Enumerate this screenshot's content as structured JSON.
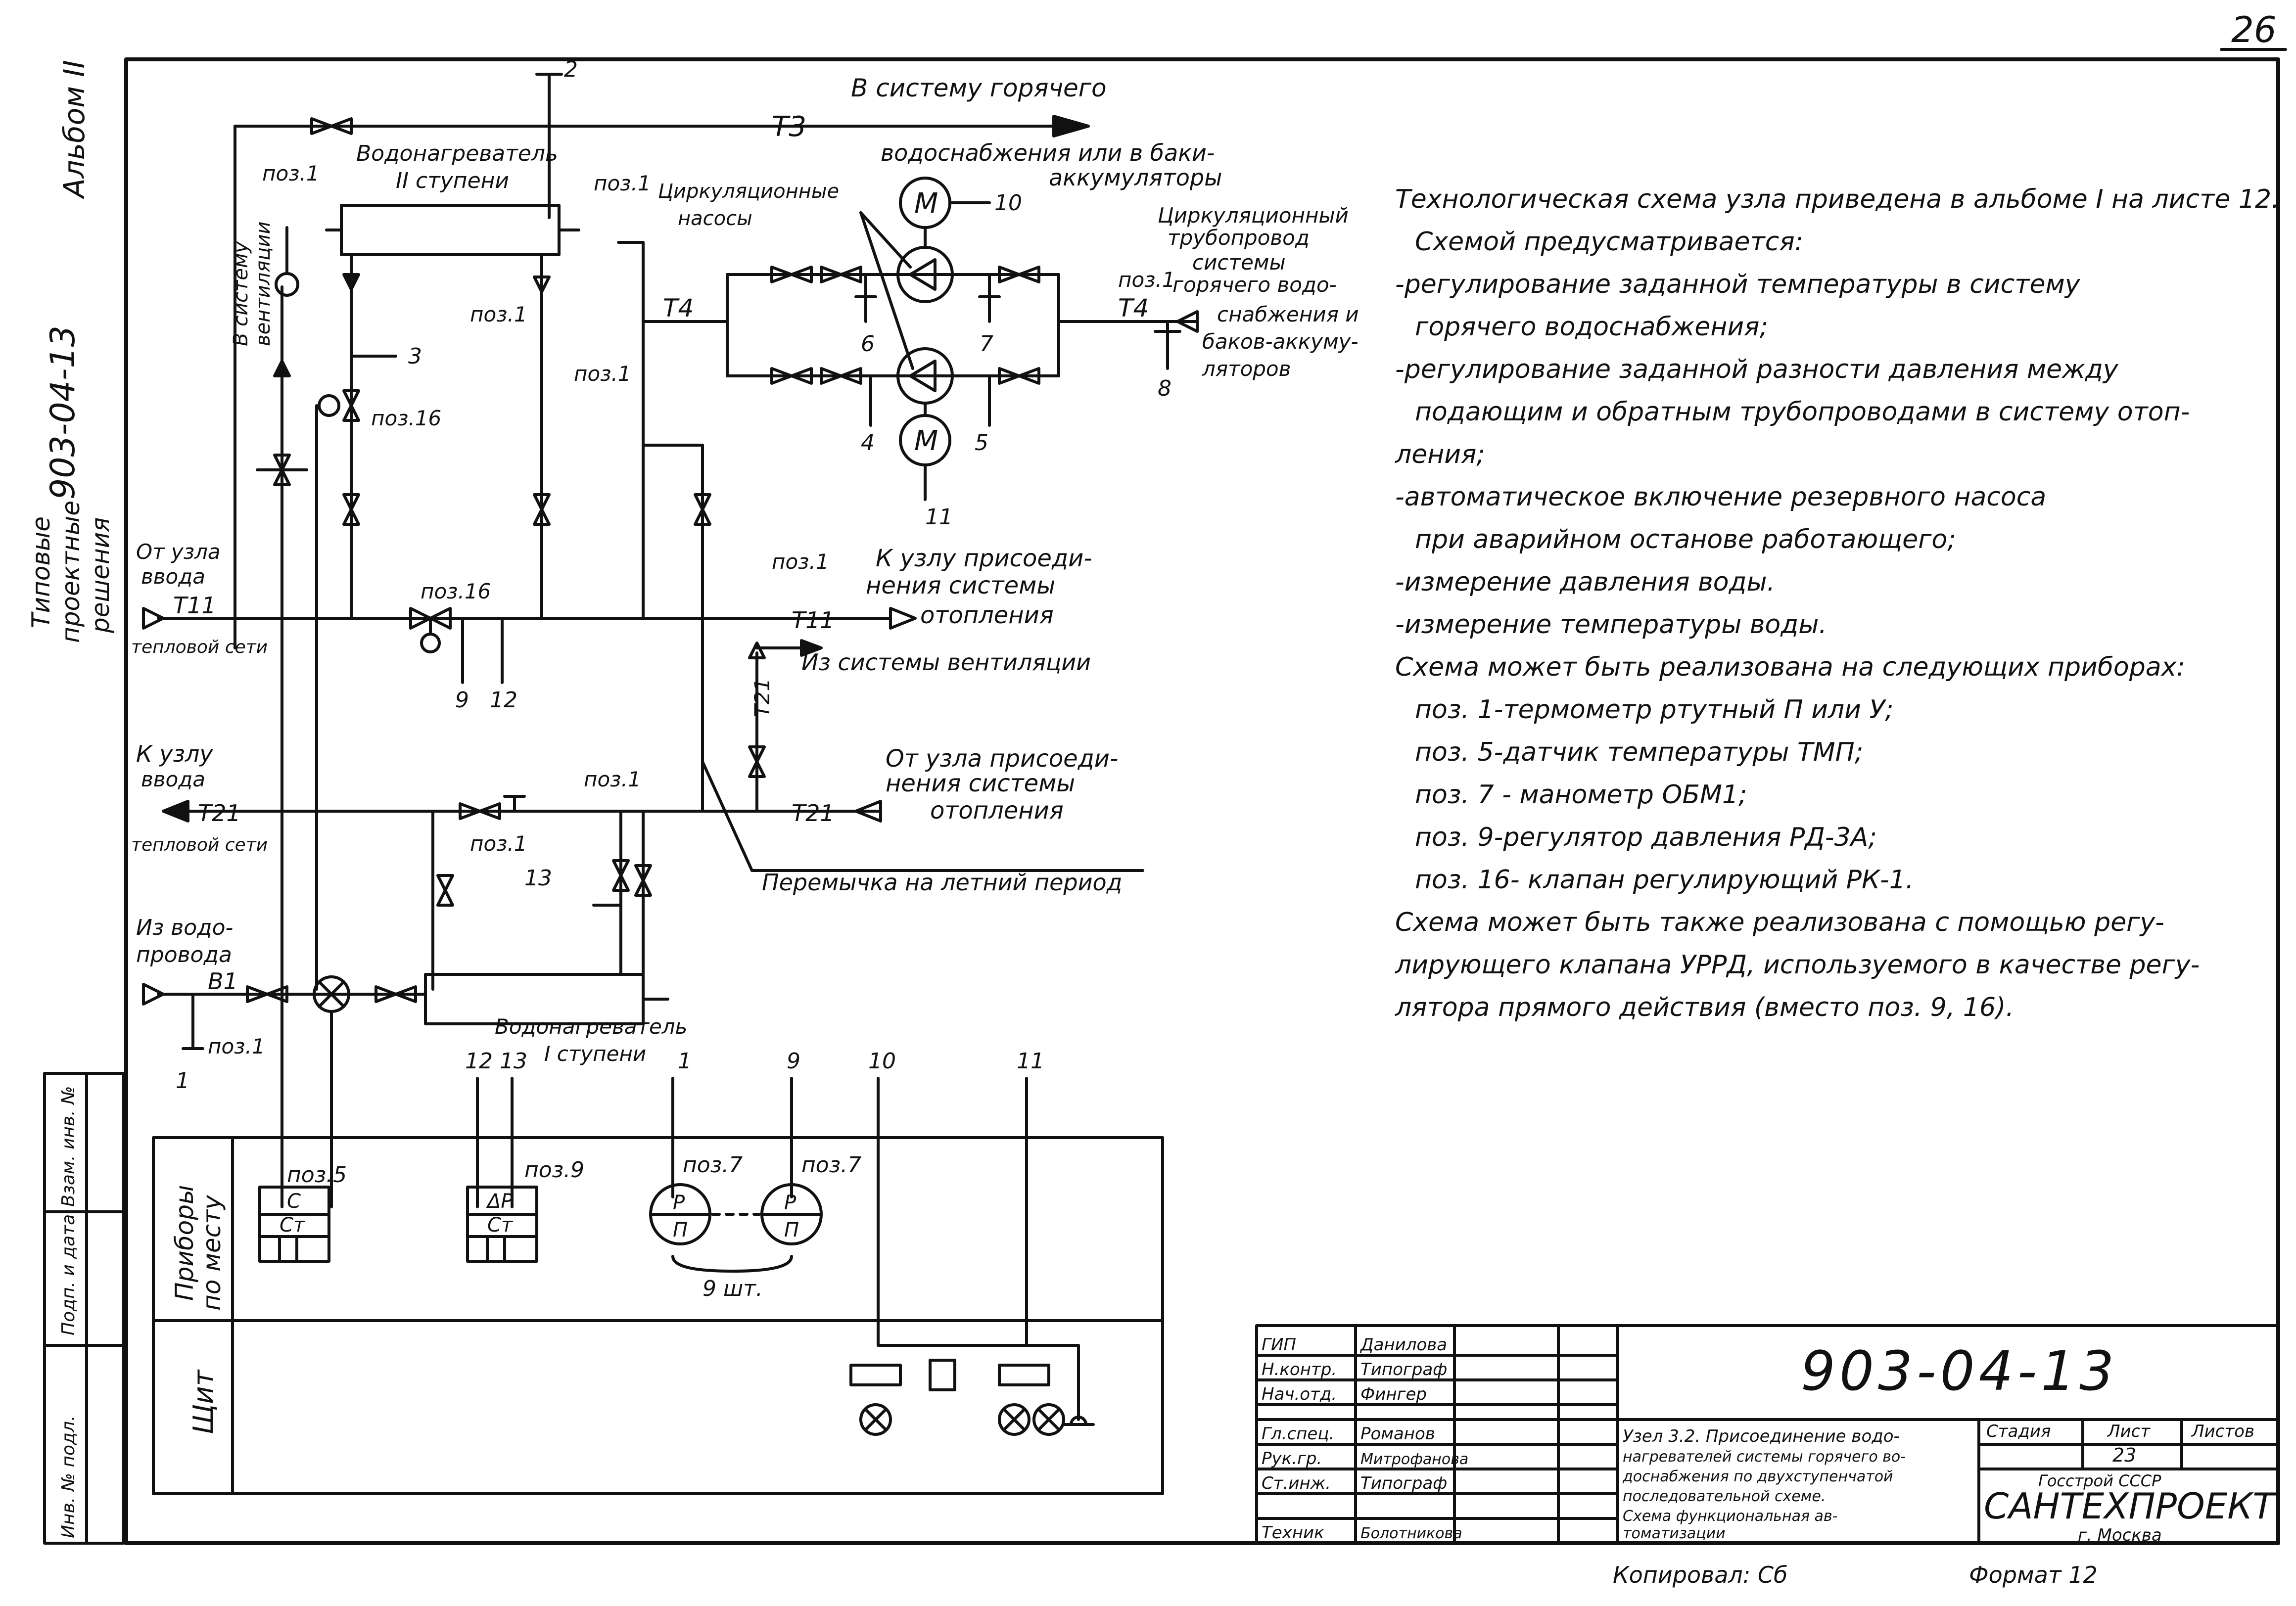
{
  "sheet": {
    "page_number": "26",
    "album": "Альбом II",
    "series_code": "903-04-13",
    "series_title": [
      "Типовые",
      "проектные",
      "решения"
    ],
    "copied_by": "Копировал: Сб",
    "format": "Формат 12",
    "side_stamp": [
      "Инв. № подл.",
      "Подп. и дата",
      "Взам. инв. №"
    ]
  },
  "diagram": {
    "labels": {
      "to_hot_water_1": "В систему горячего",
      "to_hot_water_2": "водоснабжения или в баки-",
      "to_hot_water_3": "аккумуляторы",
      "heater2_1": "Водонагреватель",
      "heater2_2": "II ступени",
      "heater1_1": "Водонагреватель",
      "heater1_2": "I ступени",
      "circ_pumps_1": "Циркуляционные",
      "circ_pumps_2": "насосы",
      "circ_pipe": [
        "Циркуляционный",
        "трубопровод",
        "системы",
        "горячего водо-",
        "снабжения и",
        "баков-аккуму-",
        "ляторов"
      ],
      "vent_to": [
        "В систему",
        "вентиляции"
      ],
      "from_node_1": "От узла",
      "from_node_2": "ввода",
      "from_heat_net": "тепловой сети",
      "to_node_1": "К узлу",
      "to_node_2": "ввода",
      "to_heat_net": "тепловой сети",
      "to_heating_1": "К узлу присоеди-",
      "to_heating_2": "нения системы",
      "to_heating_3": "отопления",
      "from_vent": "Из системы вентиляции",
      "from_heating_1": "От узла присоеди-",
      "from_heating_2": "нения системы",
      "from_heating_3": "отопления",
      "summer_jumper": "Перемычка на летний период",
      "from_water_1": "Из водо-",
      "from_water_2": "провода",
      "pipe_t3": "Т3",
      "pipe_t4a": "Т4",
      "pipe_t4b": "Т4",
      "pipe_t11a": "Т11",
      "pipe_t11b": "Т11",
      "pipe_t21a": "Т21",
      "pipe_t21b": "Т21",
      "pipe_t21c": "Т21",
      "pipe_b1": "В1",
      "pos1": "поз.1",
      "pos16": "поз.16",
      "pos5": "поз.5",
      "pos9": "поз.9",
      "pos7": "поз.7",
      "motor": "М",
      "pieces": "9 шт.",
      "field_instruments_1": "Приборы",
      "field_instruments_2": "по месту",
      "panel": "Щит",
      "dp": "ΔP",
      "ct": "Ст",
      "c": "С",
      "p": "Р",
      "pi": "П"
    },
    "numbers": [
      "1",
      "2",
      "3",
      "4",
      "5",
      "6",
      "7",
      "8",
      "9",
      "10",
      "11",
      "12",
      "13"
    ]
  },
  "notes": [
    "Технологическая схема узла приведена в альбоме I на листе 12.",
    "Схемой предусматривается:",
    "-регулирование заданной температуры в систему",
    "горячего водоснабжения;",
    "-регулирование заданной разности давления между",
    "подающим и обратным трубопроводами в систему отоп-",
    "ления;",
    "-автоматическое включение резервного насоса",
    "при аварийном останове работающего;",
    "-измерение давления воды.",
    "-измерение температуры воды.",
    "Схема может быть реализована на следующих приборах:",
    "поз. 1-термометр ртутный П или У;",
    "поз. 5-датчик температуры ТМП;",
    "поз. 7 - манометр ОБМ1;",
    "поз. 9-регулятор давления РД-3А;",
    "поз. 16- клапан регулирующий РК-1.",
    "Схема может быть также реализована с помощью регу-",
    "лирующего клапана УРРД, используемого в качестве регу-",
    "лятора прямого действия (вместо поз. 9, 16)."
  ],
  "title_block": {
    "doc_number": "903-04-13",
    "roles": [
      "ГИП",
      "Н.контр.",
      "Нач.отд.",
      "Гл.спец.",
      "Рук.гр.",
      "Ст.инж.",
      "Техник"
    ],
    "names": [
      "Данилова",
      "Типограф",
      "Фингер",
      "Романов",
      "Митрофанова",
      "Типограф",
      "Болотникова"
    ],
    "title_lines": [
      "Узел 3.2. Присоединение водо-",
      "нагревателей системы горячего во-",
      "доснабжения по двухступенчатой",
      "последовательной схеме.",
      "Схема функциональная ав-",
      "томатизации"
    ],
    "col_stage": "Стадия",
    "col_sheet": "Лист",
    "col_sheets": "Листов",
    "sheet_value": "23",
    "org_1": "Госстрой СССР",
    "org_2": "САНТЕХПРОЕКТ",
    "org_3": "г. Москва"
  }
}
